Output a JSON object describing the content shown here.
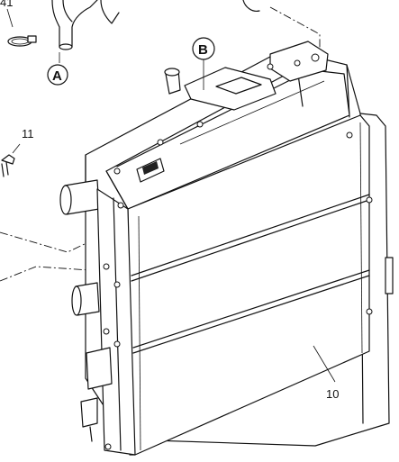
{
  "diagram": {
    "callouts": {
      "part_41": "41",
      "part_11": "11",
      "part_10": "10",
      "ref_a": "A",
      "ref_b": "B"
    },
    "nameplate_text": "░░░"
  }
}
